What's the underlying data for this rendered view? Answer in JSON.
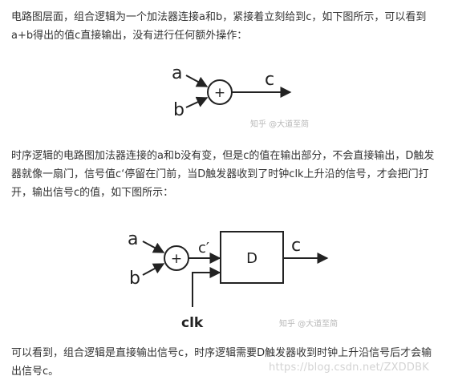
{
  "article": {
    "para1": "电路图层面，组合逻辑为一个加法器连接a和b，紧接着立刻给到c，如下图所示，可以看到a+b得出的值c直接输出，没有进行任何额外操作：",
    "para2": "时序逻辑的电路图加法器连接的a和b没有变，但是c的值在输出部分，不会直接输出，D触发器就像一扇门，信号值c‘停留在门前，当D触发器收到了时钟clk上升沿的信号，才会把门打开，输出信号c的值，如下图所示：",
    "para3": "可以看到，组合逻辑是直接输出信号c，时序逻辑需要D触发器收到时钟上升沿信号后才会输出信号c。"
  },
  "figure1": {
    "input_a": "a",
    "input_b": "b",
    "adder_symbol": "+",
    "output_c": "c",
    "watermark": "知乎 @大道至简"
  },
  "figure2": {
    "input_a": "a",
    "input_b": "b",
    "adder_symbol": "+",
    "intermediate": "c′",
    "flipflop": "D",
    "output_c": "c",
    "clock": "clk",
    "watermark": "知乎 @大道至简"
  },
  "csdn_watermark": "https://blog.csdn.net/ZXDDBK",
  "colors": {
    "text": "#333333",
    "diagram": "#222222",
    "watermark": "#b8b8b8"
  }
}
